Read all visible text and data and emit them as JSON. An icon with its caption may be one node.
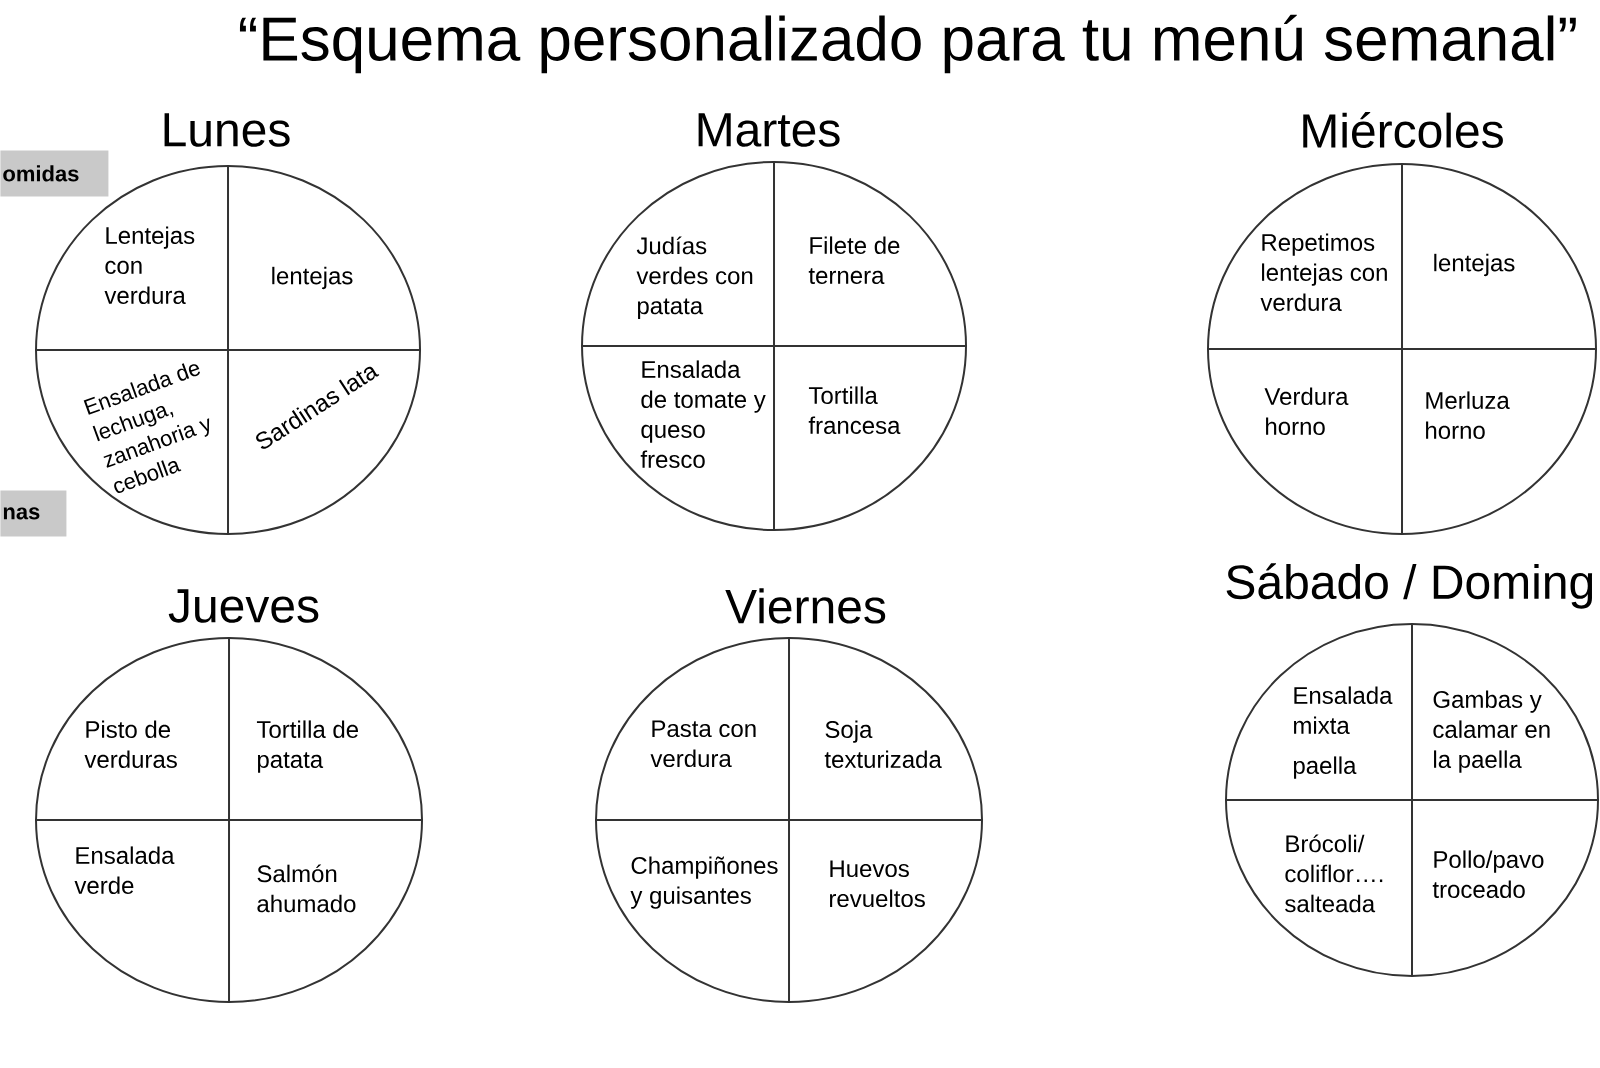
{
  "diagram": {
    "title": "“Esquema personalizado para tu menú semanal”",
    "nodes": [
      {
        "text": [
          "omidas"
        ]
      },
      {
        "text": [
          "nas"
        ]
      },
      {
        "text": [
          "Lunes"
        ]
      },
      {
        "text": [
          "Lentejas con verdura"
        ],
        "in": 2
      },
      {
        "text": [
          "lentejas"
        ],
        "in": 2
      },
      {
        "text": [
          "Ensalada de lechuga, zanahoria y cebolla"
        ],
        "in": 2
      },
      {
        "text": [
          "Sardinas lata"
        ],
        "in": 2
      },
      {
        "text": [
          "Martes"
        ]
      },
      {
        "text": [
          "Judías verdes con patata"
        ],
        "in": 7
      },
      {
        "text": [
          "Filete de ternera"
        ],
        "in": 7
      },
      {
        "text": [
          "Ensalada de tomate y queso fresco"
        ],
        "in": 7
      },
      {
        "text": [
          "Tortilla francesa"
        ],
        "in": 7
      },
      {
        "text": [
          "Miércoles"
        ]
      },
      {
        "text": [
          "Repetimos lentejas con verdura"
        ],
        "in": 12
      },
      {
        "text": [
          "lentejas"
        ],
        "in": 12
      },
      {
        "text": [
          "Verdura horno"
        ],
        "in": 12
      },
      {
        "text": [
          "Merluza horno"
        ],
        "in": 12
      },
      {
        "text": [
          "Jueves"
        ]
      },
      {
        "text": [
          "Pisto de verduras"
        ],
        "in": 17
      },
      {
        "text": [
          "Tortilla de patata"
        ],
        "in": 17
      },
      {
        "text": [
          "Ensalada verde"
        ],
        "in": 17
      },
      {
        "text": [
          "Salmón ahumado"
        ],
        "in": 17
      },
      {
        "text": [
          "Viernes"
        ]
      },
      {
        "text": [
          "Pasta con verdura"
        ],
        "in": 22
      },
      {
        "text": [
          "Soja texturizada"
        ],
        "in": 22
      },
      {
        "text": [
          "Champiñones y guisantes"
        ],
        "in": 22
      },
      {
        "text": [
          "Huevos revueltos"
        ],
        "in": 22
      },
      {
        "text": [
          "Sábado / Doming"
        ]
      },
      {
        "text": [
          "Ensalada mixta",
          "paella"
        ],
        "in": 27
      },
      {
        "text": [
          "Gambas y calamar en la paella"
        ],
        "in": 27
      },
      {
        "text": [
          "Brócoli/ coliflor…. salteada"
        ],
        "in": 27
      },
      {
        "text": [
          "Pollo/pavo troceado"
        ],
        "in": 27
      }
    ]
  }
}
